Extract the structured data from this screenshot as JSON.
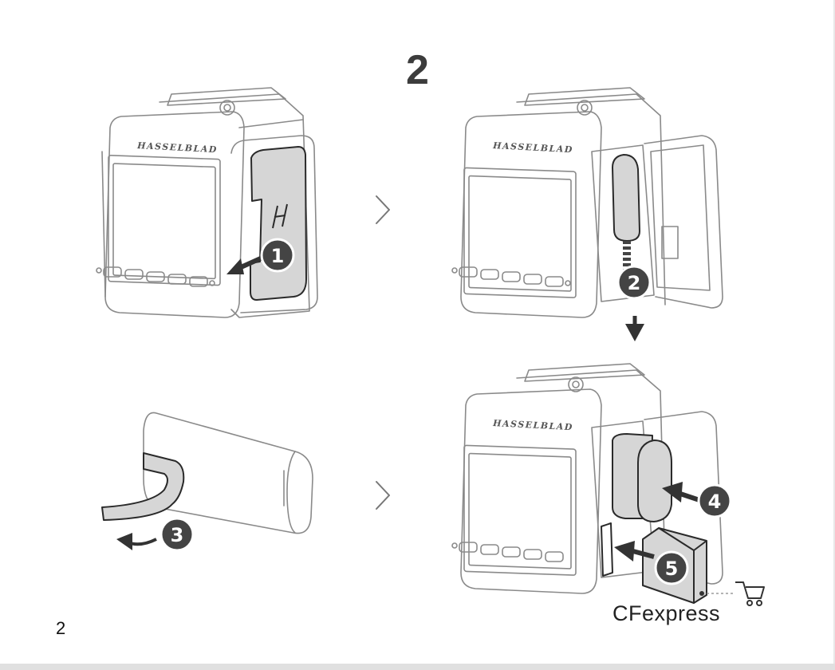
{
  "document": {
    "step_number": "2",
    "page_number": "2",
    "brand_text": "HASSELBLAD",
    "card_label": "CFexpress"
  },
  "steps": [
    {
      "label": "1"
    },
    {
      "label": "2"
    },
    {
      "label": "3"
    },
    {
      "label": "4"
    },
    {
      "label": "5"
    }
  ],
  "icons": {
    "next": "chevron-right-icon",
    "shop": "shopping-cart-icon",
    "door_logo": "hasselblad-h-logo"
  }
}
